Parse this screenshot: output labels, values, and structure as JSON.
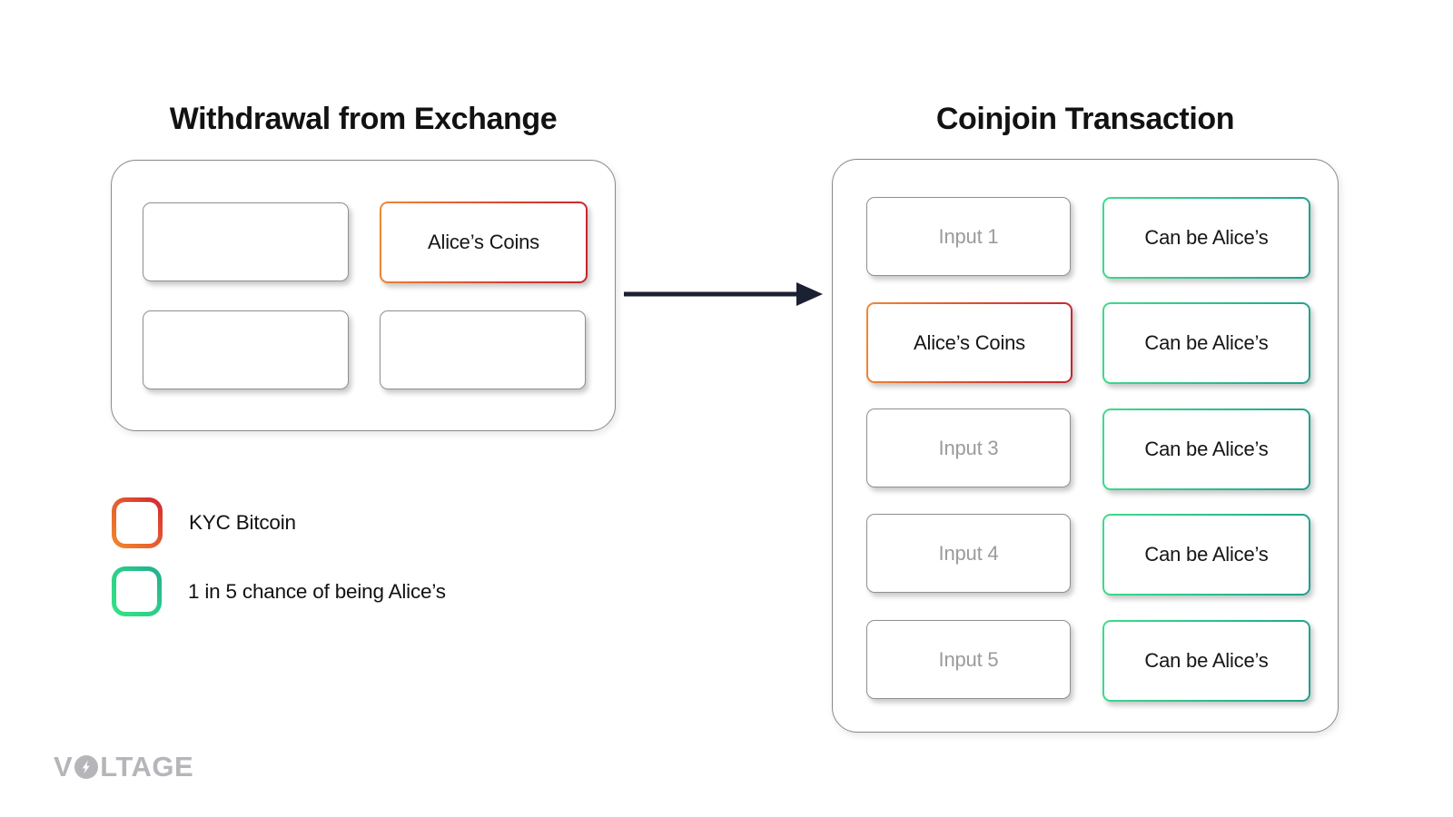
{
  "left_panel": {
    "title": "Withdrawal from Exchange",
    "boxes": [
      {
        "label": "",
        "type": "plain"
      },
      {
        "label": "Alice’s Coins",
        "type": "kyc"
      },
      {
        "label": "",
        "type": "plain"
      },
      {
        "label": "",
        "type": "plain"
      }
    ]
  },
  "right_panel": {
    "title": "Coinjoin Transaction",
    "rows": [
      {
        "input": "Input 1",
        "input_type": "plain",
        "output": "Can be Alice’s",
        "output_type": "anon"
      },
      {
        "input": "Alice’s Coins",
        "input_type": "kyc",
        "output": "Can be Alice’s",
        "output_type": "anon"
      },
      {
        "input": "Input 3",
        "input_type": "plain",
        "output": "Can be Alice’s",
        "output_type": "anon"
      },
      {
        "input": "Input 4",
        "input_type": "plain",
        "output": "Can be Alice’s",
        "output_type": "anon"
      },
      {
        "input": "Input 5",
        "input_type": "plain",
        "output": "Can be Alice’s",
        "output_type": "anon"
      }
    ]
  },
  "legend": {
    "items": [
      {
        "swatch": "kyc",
        "label": "KYC Bitcoin"
      },
      {
        "swatch": "anon",
        "label": "1 in 5 chance of being Alice’s"
      }
    ]
  },
  "brand": {
    "full": "VOLTAGE",
    "prefix": "V",
    "suffix": "LTAGE"
  },
  "colors": {
    "kyc_gradient_start": "#F1892C",
    "kyc_gradient_end": "#C4232F",
    "anon_gradient_start": "#3EDD8A",
    "anon_gradient_end": "#1F9F8D",
    "arrow": "#1B2032",
    "muted_text": "#9B9B9B",
    "box_border": "#8F8F8F",
    "logo_gray": "#B5B5BA"
  }
}
